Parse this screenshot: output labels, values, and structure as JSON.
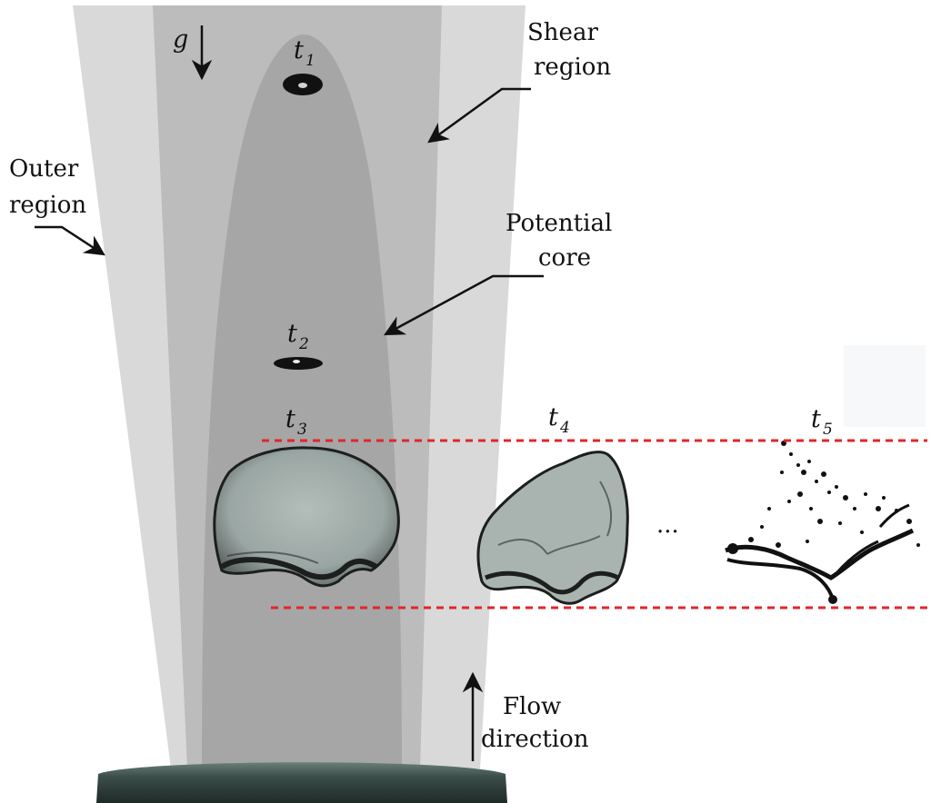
{
  "labels": {
    "gravity": "g",
    "shear": [
      "Shear",
      "region"
    ],
    "outer": [
      "Outer",
      "region"
    ],
    "core": [
      "Potential",
      "core"
    ],
    "flow": [
      "Flow",
      "direction"
    ],
    "ellipsis": "···"
  },
  "times": [
    {
      "t": "t",
      "sub": "1"
    },
    {
      "t": "t",
      "sub": "2"
    },
    {
      "t": "t",
      "sub": "3"
    },
    {
      "t": "t",
      "sub": "4"
    },
    {
      "t": "t",
      "sub": "5"
    }
  ],
  "colors": {
    "outer_region": "#d9d9d9",
    "shear_region": "#bcbcbc",
    "potential_core": "#a6a6a6",
    "droplet_fill": "#9ea9a6",
    "droplet_edge": "#1c1f1e",
    "nozzle": "#3c4e4a",
    "guide_lines": "#e0262a"
  }
}
